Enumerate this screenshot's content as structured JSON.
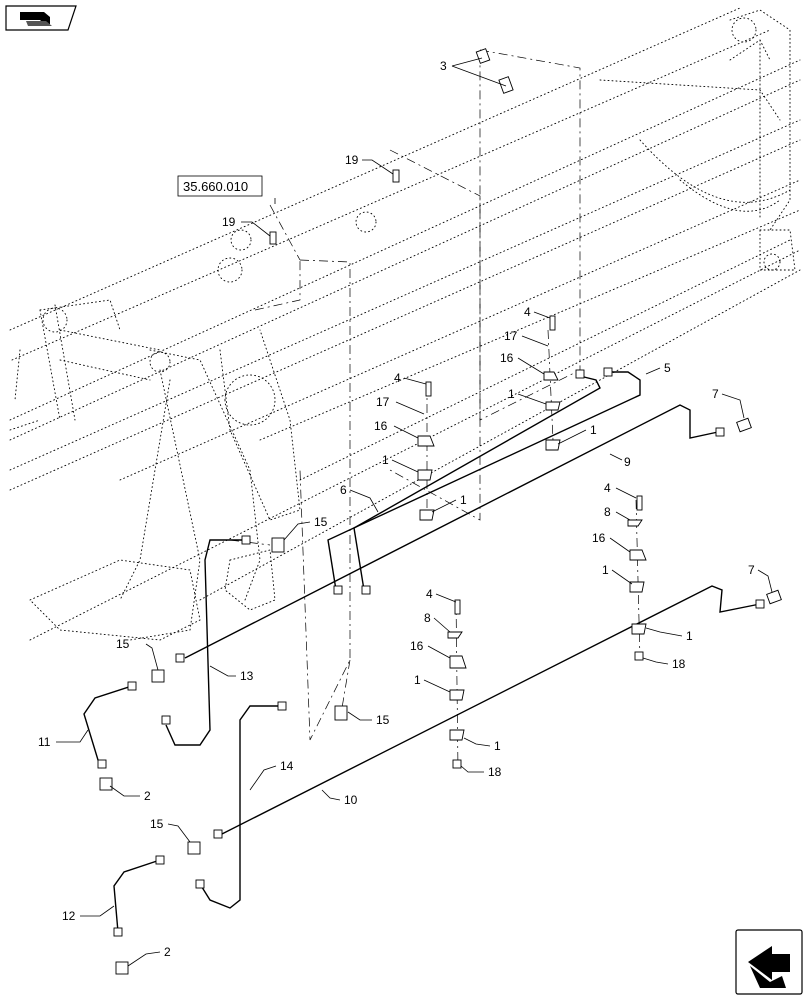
{
  "reference_box": {
    "label": "35.660.010"
  },
  "callouts": [
    {
      "text": "3"
    },
    {
      "text": "19"
    },
    {
      "text": "19"
    },
    {
      "text": "4"
    },
    {
      "text": "17"
    },
    {
      "text": "16"
    },
    {
      "text": "1"
    },
    {
      "text": "1"
    },
    {
      "text": "5"
    },
    {
      "text": "7"
    },
    {
      "text": "4"
    },
    {
      "text": "17"
    },
    {
      "text": "16"
    },
    {
      "text": "1"
    },
    {
      "text": "1"
    },
    {
      "text": "9"
    },
    {
      "text": "6"
    },
    {
      "text": "15"
    },
    {
      "text": "4"
    },
    {
      "text": "8"
    },
    {
      "text": "16"
    },
    {
      "text": "1"
    },
    {
      "text": "1"
    },
    {
      "text": "7"
    },
    {
      "text": "18"
    },
    {
      "text": "15"
    },
    {
      "text": "13"
    },
    {
      "text": "4"
    },
    {
      "text": "8"
    },
    {
      "text": "16"
    },
    {
      "text": "1"
    },
    {
      "text": "15"
    },
    {
      "text": "11"
    },
    {
      "text": "1"
    },
    {
      "text": "18"
    },
    {
      "text": "2"
    },
    {
      "text": "14"
    },
    {
      "text": "10"
    },
    {
      "text": "15"
    },
    {
      "text": "12"
    },
    {
      "text": "2"
    }
  ],
  "icons": {
    "top_left": "book-icon",
    "bottom_right": "next-page-arrow-icon"
  }
}
